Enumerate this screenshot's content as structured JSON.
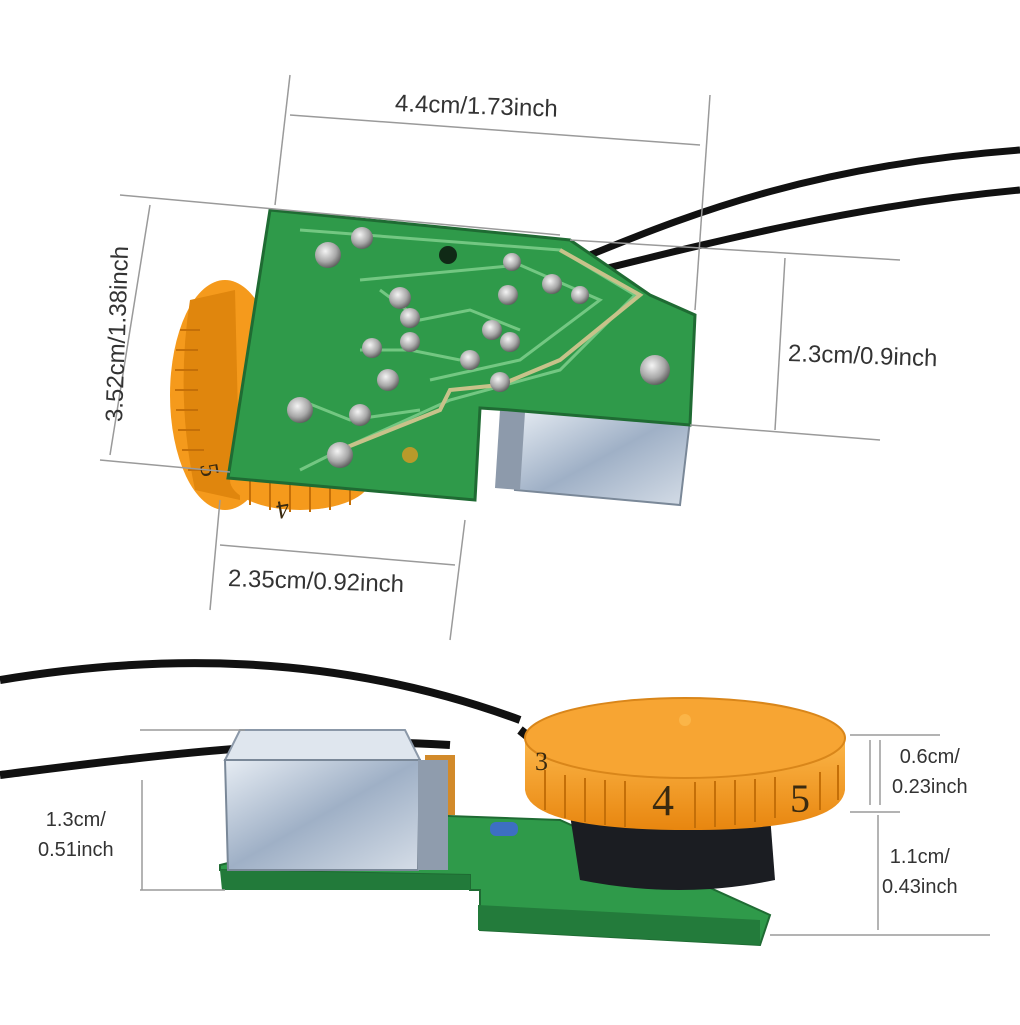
{
  "top_view": {
    "width_label": "4.4cm/1.73inch",
    "height_label": "3.52cm/1.38inch",
    "step_height_label": "2.3cm/0.9inch",
    "bottom_width_label": "2.35cm/0.92inch",
    "dial_digits": [
      "5",
      "4"
    ]
  },
  "side_view": {
    "left_height_label": "1.3cm/\n0.51inch",
    "knob_height_label": "0.6cm/\n0.23inch",
    "base_height_label": "1.1cm/\n0.43inch",
    "dial_digits": [
      "3",
      "4",
      "5"
    ]
  },
  "colors": {
    "pcb_green": "#2f9a4a",
    "knob_orange": "#f59a1c",
    "heatsink_silver": "#b8c4d2",
    "wire_black": "#111111",
    "solder_silver": "#c9c9c9",
    "dimension_line": "#9a9a9a"
  }
}
